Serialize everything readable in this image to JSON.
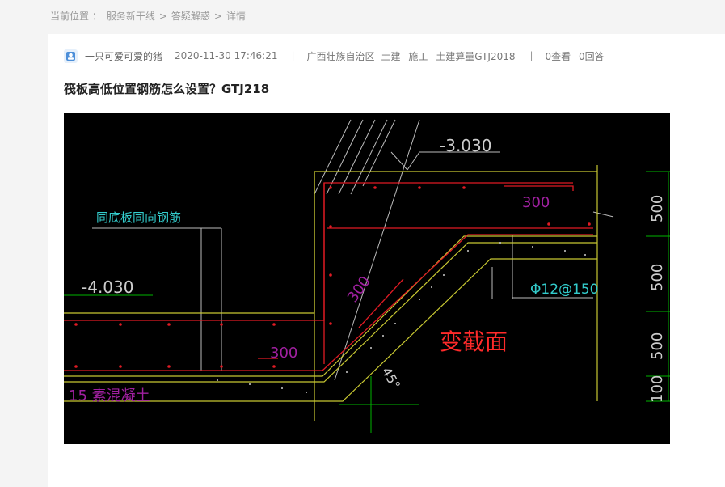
{
  "breadcrumb": {
    "prefix": "当前位置 ：",
    "items": [
      "服务新干线",
      "答疑解惑",
      "详情"
    ],
    "separator": ">"
  },
  "question": {
    "author": "一只可爱可爱的猪",
    "datetime": "2020-11-30 17:46:21",
    "divider": "|",
    "region": "广西壮族自治区",
    "tags": [
      "土建",
      "施工",
      "土建算量GTJ2018"
    ],
    "views": "0查看",
    "answers": "0回答",
    "title": "筏板高低位置钢筋怎么设置？GTJ218"
  },
  "drawing": {
    "labels": {
      "elev_upper": "-3.030",
      "elev_lower": "-4.030",
      "same_dir_rebar": "同底板同向钢筋",
      "dim_300_top": "300",
      "dim_300_diag": "300",
      "dim_300_bottom": "300",
      "rebar_spec": "Φ12@150",
      "angle": "45°",
      "concrete": "15 素混凝土",
      "annotation": "变截面",
      "dim_right": [
        "500",
        "500",
        "500",
        "100"
      ]
    },
    "colors": {
      "background": "#000000",
      "rebar": "#e01b24",
      "slab": "#c8c832",
      "cyan_text": "#33cccc",
      "magenta_text": "#a020a0",
      "dim": "#00b400",
      "annotation": "#ff2a2a"
    }
  }
}
